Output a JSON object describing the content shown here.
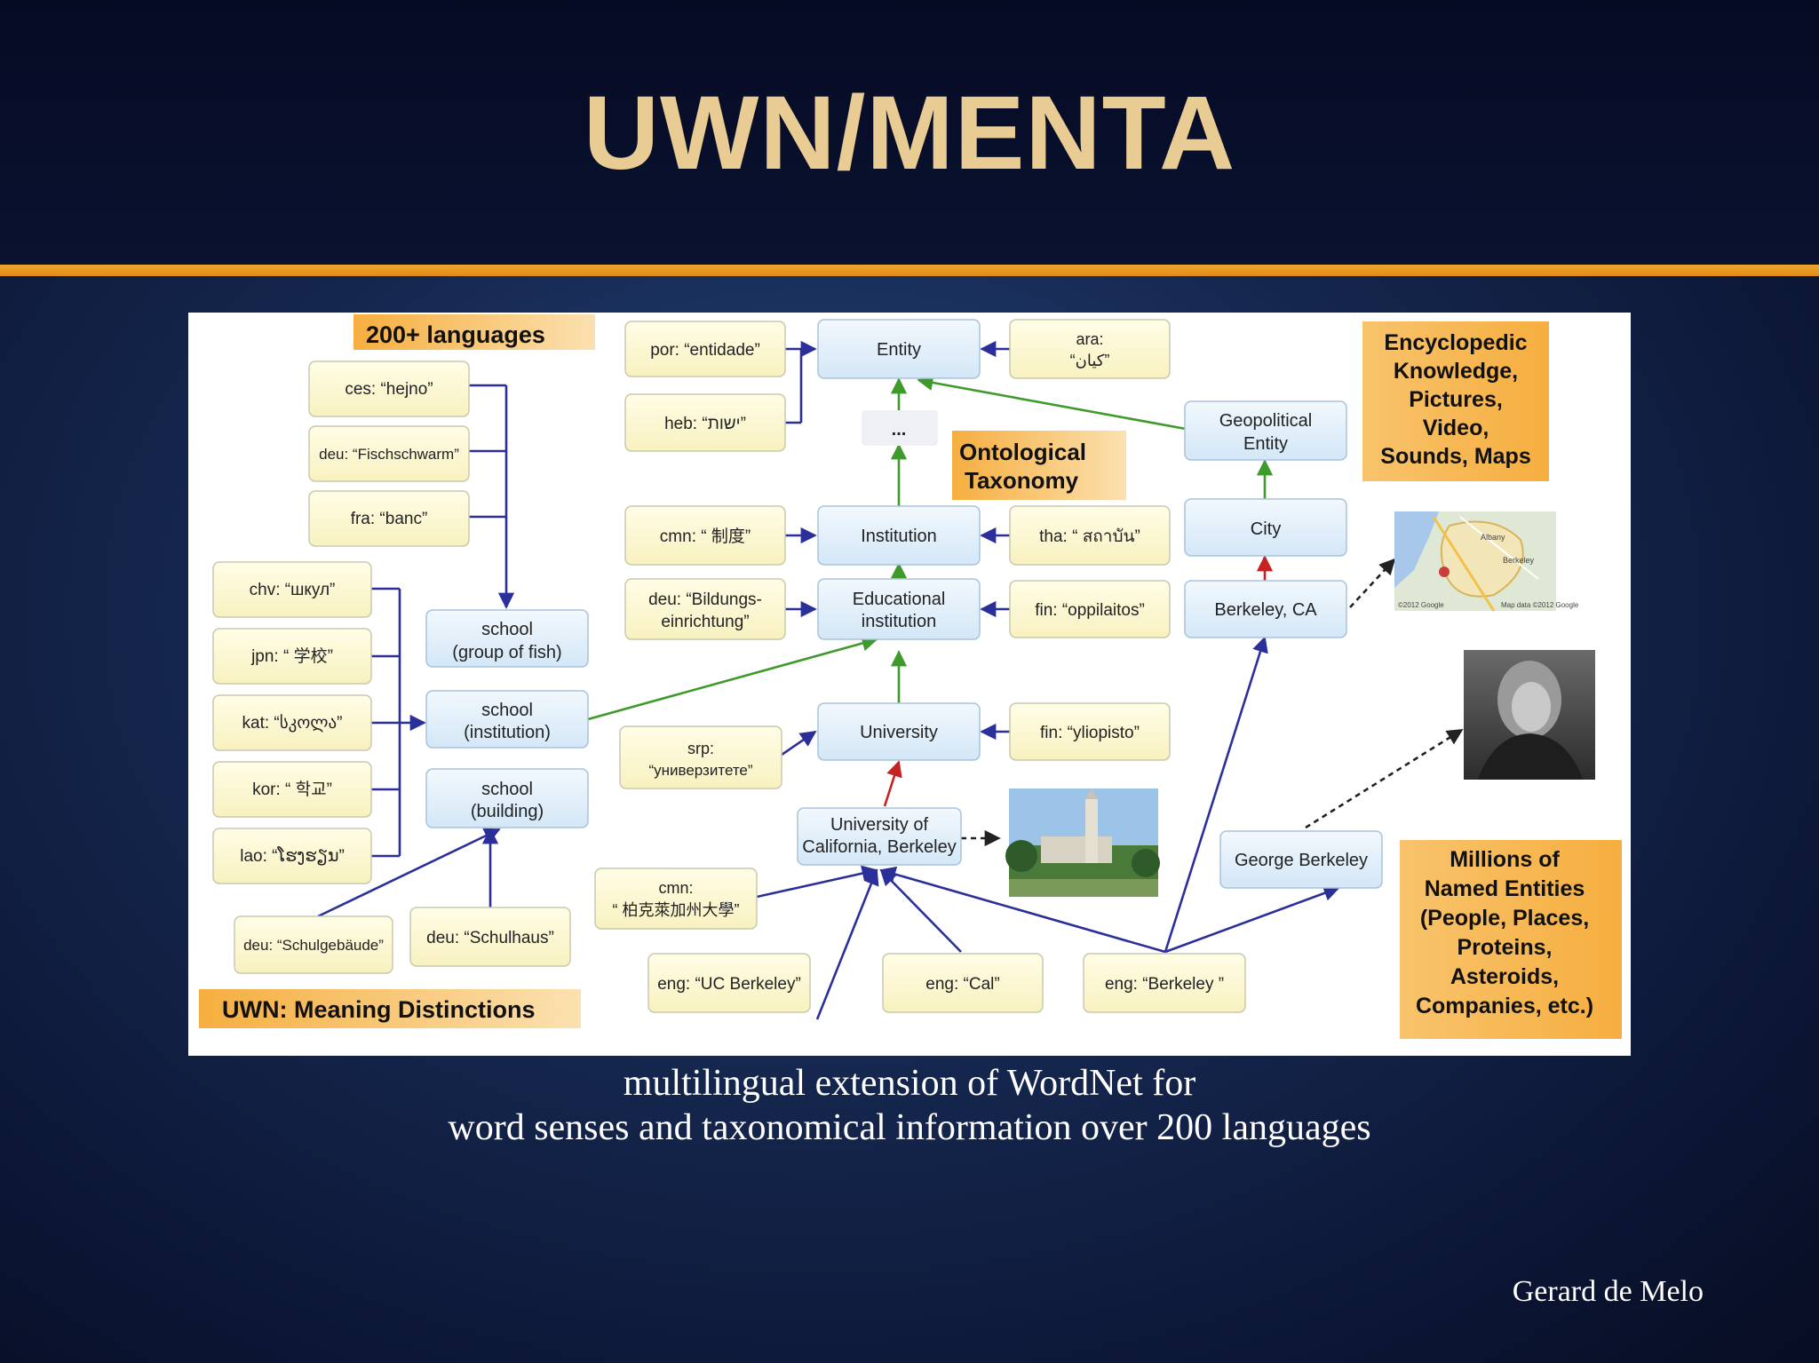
{
  "slide": {
    "title": "UWN/MENTA",
    "caption_line1": "multilingual extension of WordNet for",
    "caption_line2": "word senses and taxonomical information over 200 languages",
    "author": "Gerard de Melo"
  },
  "callouts": {
    "languages": "200+ languages",
    "ontological_1": "Ontological",
    "ontological_2": "Taxonomy",
    "encyclopedic_1": "Encyclopedic",
    "encyclopedic_2": "Knowledge,",
    "encyclopedic_3": "Pictures,",
    "encyclopedic_4": "Video,",
    "encyclopedic_5": "Sounds, Maps",
    "uwn": "UWN: Meaning Distinctions",
    "millions_1": "Millions of",
    "millions_2": "Named Entities",
    "millions_3": "(People, Places,",
    "millions_4": "Proteins,",
    "millions_5": "Asteroids,",
    "millions_6": "Companies, etc.)"
  },
  "nodes": {
    "ces": "ces: “hejno”",
    "deu_fisch": "deu: “Fischschwarm”",
    "fra": "fra: “banc”",
    "chv": "chv: “шкул”",
    "jpn": "jpn: “ 学校”",
    "kat": "kat: “სკოლა”",
    "kor": "kor: “ 학교”",
    "lao": "lao: “ໂຮງຮຽນ”",
    "school_fish_1": "school",
    "school_fish_2": "(group of fish)",
    "school_inst_1": "school",
    "school_inst_2": "(institution)",
    "school_bldg_1": "school",
    "school_bldg_2": "(building)",
    "deu_schulgeb": "deu: “Schulgebäude”",
    "deu_schulhaus": "deu: “Schulhaus”",
    "por": "por: “entidade”",
    "heb": "heb: “ישות”",
    "entity": "Entity",
    "ellipsis": "...",
    "ara_1": "ara:",
    "ara_2": "“كيان”",
    "cmn_zhidu": "cmn: “ 制度”",
    "institution": "Institution",
    "tha": "tha: “ สถาบัน”",
    "deu_bildung_1": "deu: “Bildungs-",
    "deu_bildung_2": "einrichtung”",
    "edu_1": "Educational",
    "edu_2": "institution",
    "fin_opp": "fin: “oppilaitos”",
    "srp_1": "srp:",
    "srp_2": "“универзитете”",
    "university": "University",
    "fin_yli": "fin: “yliopisto”",
    "ucb_1": "University of",
    "ucb_2": "California, Berkeley",
    "cmn_ucb_1": "cmn:",
    "cmn_ucb_2": "“ 柏克萊加州大學”",
    "eng_ucb": "eng: “UC Berkeley”",
    "eng_cal": "eng: “Cal”",
    "eng_berkeley": "eng: “Berkeley ”",
    "geo_1": "Geopolitical",
    "geo_2": "Entity",
    "city": "City",
    "berkeley_ca": "Berkeley, CA",
    "george": "George Berkeley"
  },
  "map_labels": {
    "albany": "Albany",
    "berkeley": "Berkeley",
    "copyright": "©2012 Google",
    "mapdata": "Map data ©2012 Google"
  },
  "colors": {
    "background": "#15264d",
    "title": "#e9cc93",
    "rule": "#f0a62c",
    "green_link": "#3f9a2c",
    "red_link": "#c62222",
    "blue_link": "#2b2f99",
    "callout": "#f6b34e"
  }
}
